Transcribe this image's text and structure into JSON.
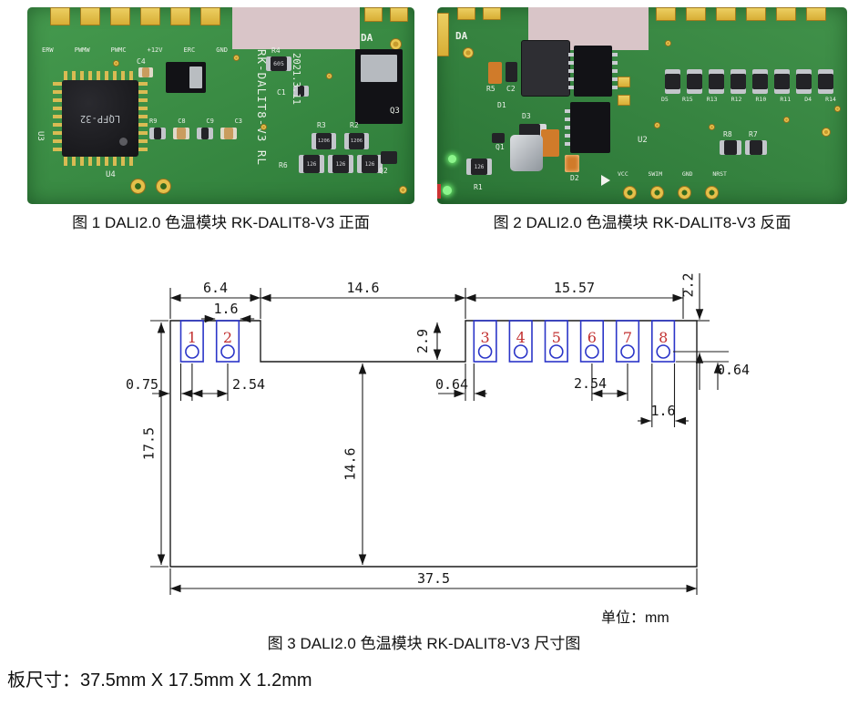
{
  "captions": {
    "fig1": "图 1 DALI2.0 色温模块 RK-DALIT8-V3 正面",
    "fig2": "图 2 DALI2.0 色温模块 RK-DALIT8-V3 反面",
    "fig3": "图 3 DALI2.0 色温模块 RK-DALIT8-V3 尺寸图"
  },
  "footer": {
    "board_size": "板尺寸：37.5mm X 17.5mm X 1.2mm"
  },
  "pcb_front": {
    "connector_labels": [
      "ERW",
      "PWMW",
      "PWMC",
      "+12V",
      "ERC",
      "GND"
    ],
    "edge_label": "DA",
    "chip_label": "LQFP-32",
    "board_label": "RK-DALIT8-V3 RL",
    "date_label": "2021.3.11",
    "refs": {
      "u3": "U3",
      "u4": "U4",
      "c4": "C4",
      "r4": "R4",
      "c1": "C1",
      "r3": "R3",
      "r2": "R2",
      "r6": "R6",
      "q2": "Q2",
      "q3": "Q3",
      "row": [
        "R9",
        "C8",
        "C9",
        "C3"
      ]
    },
    "markings": {
      "m605": "605",
      "m1206": "1206",
      "m126": "126"
    }
  },
  "pcb_back": {
    "edge_label": "DA",
    "refs": {
      "r5": "R5",
      "c2": "C2",
      "d1": "D1",
      "d3": "D3",
      "u2": "U2",
      "q1": "Q1",
      "r1": "R1",
      "d2": "D2",
      "r8": "R8",
      "r7": "R7",
      "row": [
        "D5",
        "R15",
        "R13",
        "R12",
        "R10",
        "R11",
        "D4",
        "R14"
      ]
    },
    "markings": {
      "m126": "126"
    },
    "connector_labels": [
      "VCC",
      "SWIM",
      "GND",
      "NRST"
    ]
  },
  "drawing": {
    "unit": "单位：mm",
    "pad_numbers": [
      "1",
      "2",
      "3",
      "4",
      "5",
      "6",
      "7",
      "8"
    ],
    "dims": {
      "top_left_width": "6.4",
      "pad_width_left": "1.6",
      "notch_width": "14.6",
      "right_section_width": "15.57",
      "hole_top_offset": "2.2",
      "pad_height": "2.9",
      "left_margin": "0.75",
      "pitch_left": "2.54",
      "inner_margin_right": "0.64",
      "pitch_right": "2.54",
      "hole_bottom_offset": "0.64",
      "pad_width_right": "1.6",
      "board_height": "17.5",
      "notch_height": "14.6",
      "board_width": "37.5"
    }
  }
}
